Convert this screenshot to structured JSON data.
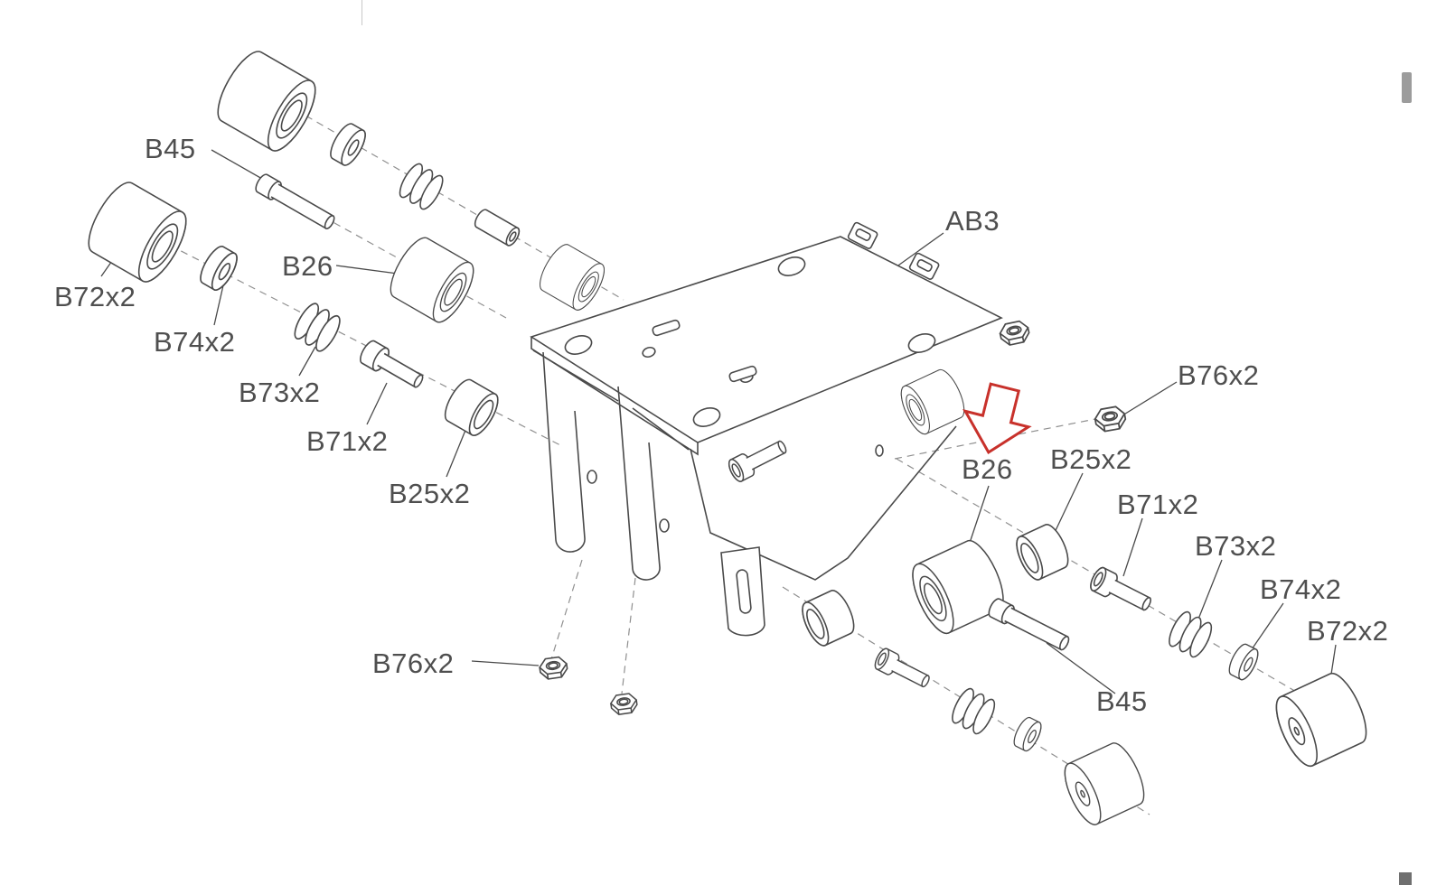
{
  "diagram": {
    "type": "exploded-assembly-parts-diagram",
    "colors": {
      "line": "#4a4a4a",
      "label": "#4f4f4f",
      "arrow": "#c8312b",
      "background": "#ffffff"
    },
    "icons": {
      "highlight_arrow": "red-block-arrow-down"
    },
    "part_numbers": [
      "AB3",
      "B25x2",
      "B26",
      "B45",
      "B71x2",
      "B72x2",
      "B73x2",
      "B74x2",
      "B76x2"
    ],
    "labels": [
      {
        "id": "b45-upper-left",
        "text": "B45"
      },
      {
        "id": "b72x2-left",
        "text": "B72x2"
      },
      {
        "id": "b26-left",
        "text": "B26"
      },
      {
        "id": "b74x2-left",
        "text": "B74x2"
      },
      {
        "id": "b73x2-left",
        "text": "B73x2"
      },
      {
        "id": "b71x2-left",
        "text": "B71x2"
      },
      {
        "id": "b25x2-left",
        "text": "B25x2"
      },
      {
        "id": "ab3",
        "text": "AB3"
      },
      {
        "id": "b76x2-right",
        "text": "B76x2"
      },
      {
        "id": "b26-right",
        "text": "B26"
      },
      {
        "id": "b25x2-right",
        "text": "B25x2"
      },
      {
        "id": "b71x2-right",
        "text": "B71x2"
      },
      {
        "id": "b73x2-right",
        "text": "B73x2"
      },
      {
        "id": "b74x2-right",
        "text": "B74x2"
      },
      {
        "id": "b72x2-right",
        "text": "B72x2"
      },
      {
        "id": "b76x2-left",
        "text": "B76x2"
      },
      {
        "id": "b45-lower-right",
        "text": "B45"
      }
    ]
  }
}
